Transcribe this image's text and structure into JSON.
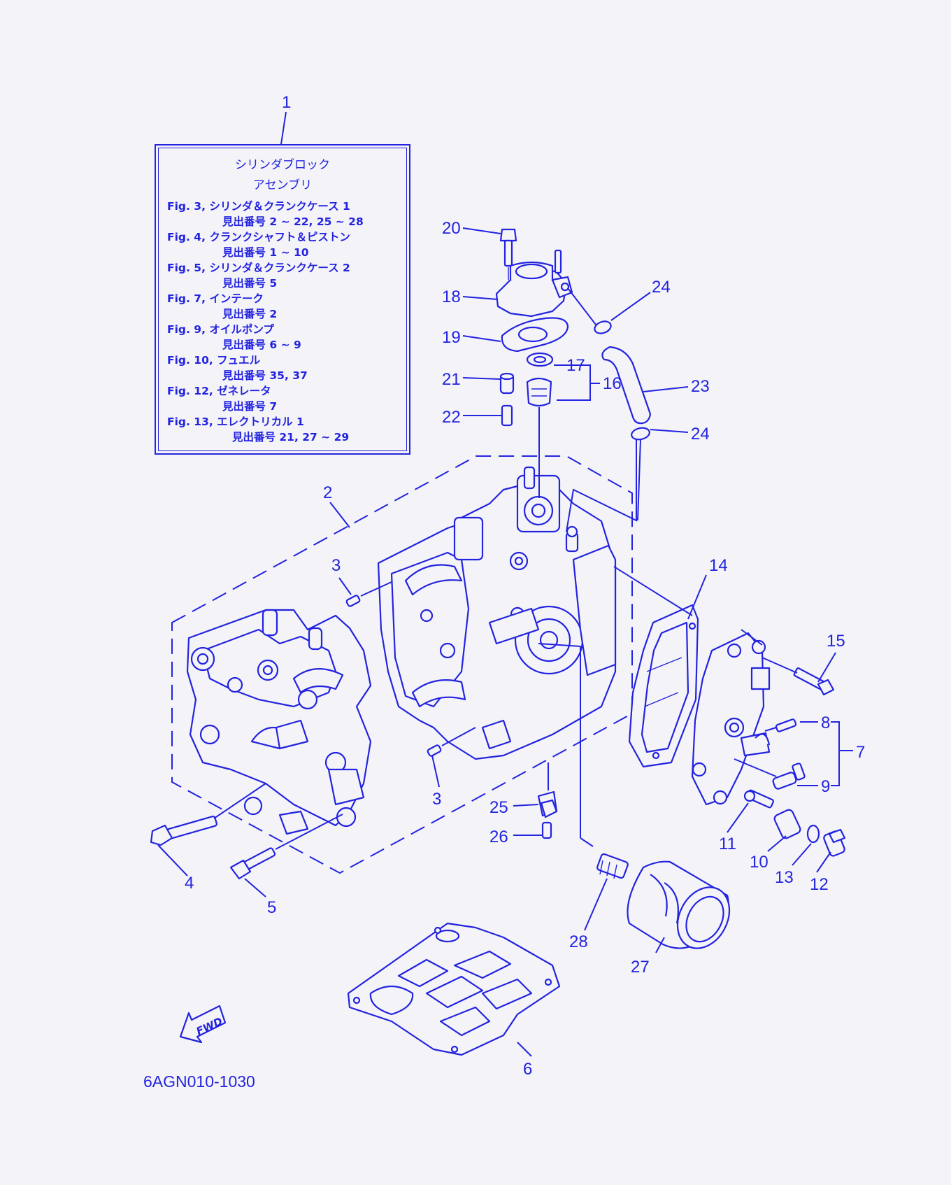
{
  "legend": {
    "title_line1": "シリンダブロック",
    "title_line2": "アセンブリ",
    "items": [
      {
        "fig": "Fig. 3, シリンダ＆クランクケース 1",
        "ref": "見出番号 2 ~ 22, 25 ~ 28"
      },
      {
        "fig": "Fig. 4, クランクシャフト＆ピストン",
        "ref": "見出番号 1 ~ 10"
      },
      {
        "fig": "Fig. 5, シリンダ＆クランクケース 2",
        "ref": "見出番号 5"
      },
      {
        "fig": "Fig. 7, インテーク",
        "ref": "見出番号 2"
      },
      {
        "fig": "Fig. 9, オイルポンプ",
        "ref": "見出番号 6 ~ 9"
      },
      {
        "fig": "Fig. 10, フュエル",
        "ref": "見出番号 35, 37"
      },
      {
        "fig": "Fig. 12, ゼネレータ",
        "ref": "見出番号 7"
      },
      {
        "fig": "Fig. 13, エレクトリカル 1",
        "ref": "見出番号 21, 27 ~ 29"
      }
    ]
  },
  "callouts": {
    "c1": "1",
    "c2": "2",
    "c3a": "3",
    "c3b": "3",
    "c4": "4",
    "c5": "5",
    "c6": "6",
    "c7": "7",
    "c8": "8",
    "c9": "9",
    "c10": "10",
    "c11": "11",
    "c12": "12",
    "c13": "13",
    "c14": "14",
    "c15": "15",
    "c16": "16",
    "c17": "17",
    "c18": "18",
    "c19": "19",
    "c20": "20",
    "c21": "21",
    "c22": "22",
    "c23": "23",
    "c24a": "24",
    "c24b": "24",
    "c25": "25",
    "c26": "26",
    "c27": "27",
    "c28": "28"
  },
  "fwd_label": "FWD",
  "diagram_code": "6AGN010-1030",
  "colors": {
    "line": "#2323e0",
    "background": "#f4f4f8"
  }
}
